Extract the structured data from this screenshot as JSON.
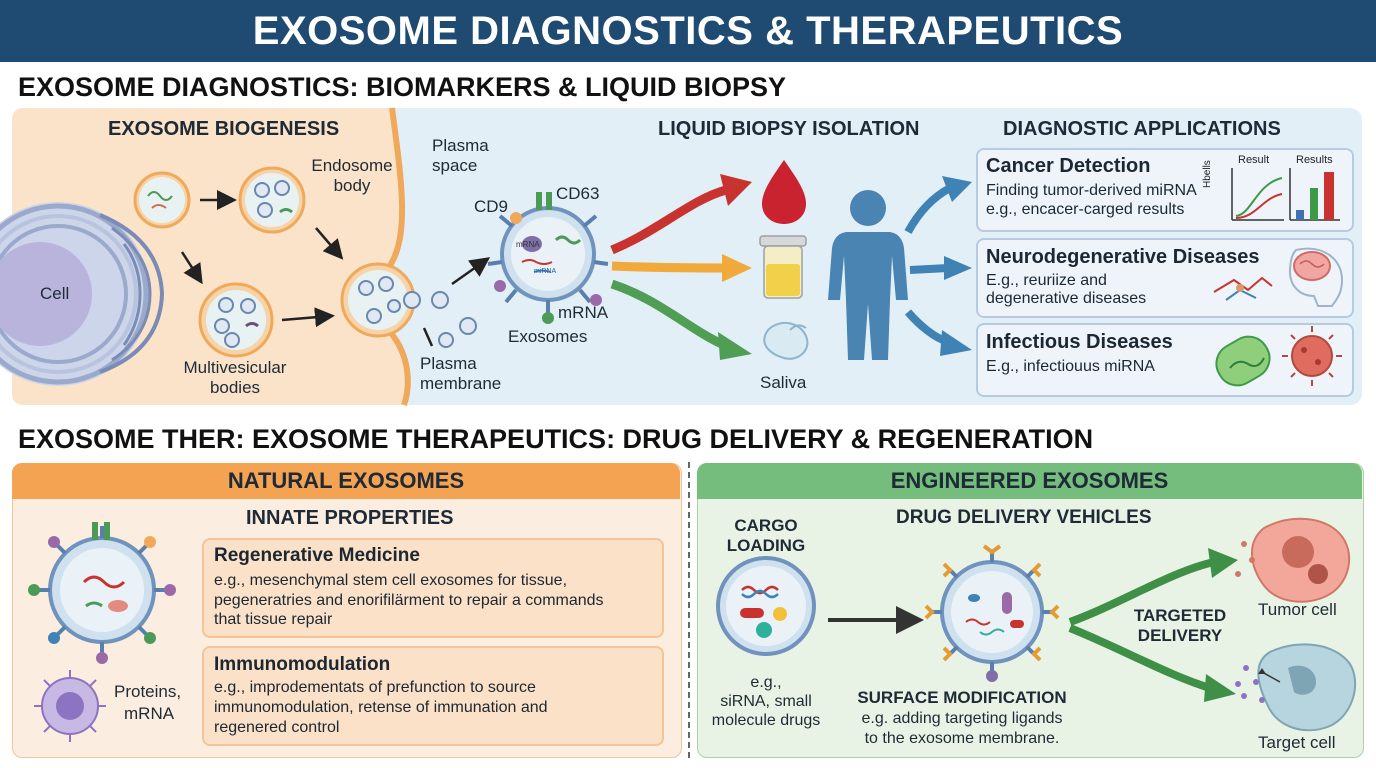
{
  "banner": {
    "title": "EXOSOME DIAGNOSTICS & THERAPEUTICS"
  },
  "diagnostics": {
    "heading": "EXOSOME DIAGNOSTICS: BIOMARKERS & LIQUID BIOPSY",
    "biogenesis": {
      "title": "EXOSOME BIOGENESIS",
      "cell": "Cell",
      "endosome_line1": "Endosome",
      "endosome_line2": "body",
      "plasma_space_line1": "Plasma",
      "plasma_space_line2": "space",
      "mvb_line1": "Multivesicular",
      "mvb_line2": "bodies",
      "membrane_line1": "Plasma",
      "membrane_line2": "membrane",
      "cd9": "CD9",
      "cd63": "CD63",
      "mrna": "mRNA",
      "exosomes": "Exosomes",
      "inner_label_1": "mRNA",
      "inner_label_2": "miRNA"
    },
    "isolation": {
      "title": "LIQUID BIOPSY ISOLATION",
      "saliva": "Saliva"
    },
    "applications": {
      "title": "DIAGNOSTIC APPLICATIONS",
      "cards": [
        {
          "title": "Cancer Detection",
          "line1": "Finding tumor-derived miRNA",
          "line2": "e.g., encacer-carged results"
        },
        {
          "title": "Neurodegenerative Diseases",
          "line1": "E.g., reuriize and",
          "line2": "degenerative diseases"
        },
        {
          "title": "Infectious Diseases",
          "line1": "E.g., infectiouus miRNA",
          "line2": ""
        }
      ],
      "mini_chart_1_title": "Result",
      "mini_chart_1_ylabel": "Hbells",
      "mini_chart_2_title": "Results"
    }
  },
  "therapeutics": {
    "heading": "EXOSOME THER: EXOSOME THERAPEUTICS: DRUG DELIVERY & REGENERATION",
    "natural": {
      "title": "NATURAL EXOSOMES",
      "subtitle": "INNATE PROPERTIES",
      "proteins_line1": "Proteins,",
      "proteins_line2": "mRNA",
      "cards": [
        {
          "title": "Regenerative Medicine",
          "line1": "e.g., mesenchymal stem cell exosomes for tissue,",
          "line2": "pegeneratries and enorifilärment to repair a commands",
          "line3": "that tissue repair"
        },
        {
          "title": "Immunomodulation",
          "line1": "e.g., improdementats of prefunction to source",
          "line2": "immunomodulation, retense of immunation and",
          "line3": "regenered control"
        }
      ]
    },
    "engineered": {
      "title": "ENGINEERED EXOSOMES",
      "subtitle": "DRUG DELIVERY VEHICLES",
      "cargo_line1": "CARGO",
      "cargo_line2": "LOADING",
      "cargo_eg_line1": "e.g.,",
      "cargo_eg_line2": "siRNA, small",
      "cargo_eg_line3": "molecule drugs",
      "surface_title": "SURFACE MODIFICATION",
      "surface_line1": "e.g. adding targeting ligands",
      "surface_line2": "to the exosome membrane.",
      "targeted_line1": "TARGETED",
      "targeted_line2": "DELIVERY",
      "tumor_cell": "Tumor cell",
      "target_cell": "Target cell"
    }
  },
  "colors": {
    "banner": "#1f4a72",
    "natural_accent": "#f3a352",
    "engineered_accent": "#74bd7d",
    "arrow_red": "#c8332f",
    "arrow_orange": "#f2a93b",
    "arrow_green": "#4f9e54",
    "arrow_blue": "#3f82b5"
  }
}
